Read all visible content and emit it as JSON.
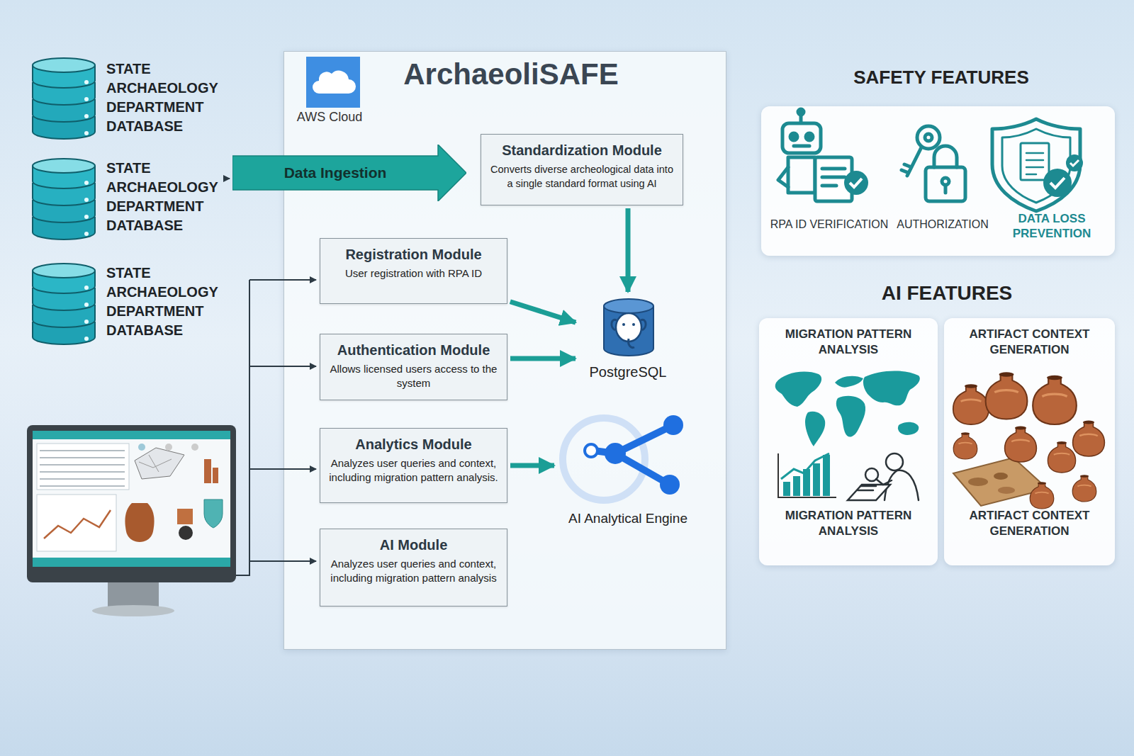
{
  "diagram": {
    "nodes": [
      {
        "text": [
          "STATE ARCHAEOLOGY DEPARTMENT DATABASE"
        ]
      },
      {
        "text": [
          "STATE ARCHAEOLOGY DEPARTMENT DATABASE"
        ]
      },
      {
        "text": [
          "STATE ARCHAEOLOGY DEPARTMENT DATABASE"
        ]
      },
      {
        "text": [
          "Data Ingestion"
        ]
      },
      {
        "text": [
          "ArchaeoliSAFE",
          "AWS Cloud"
        ]
      },
      {
        "text": [
          "Standardization Module",
          "Converts diverse archeological data into a single standard format using AI"
        ],
        "in": 4
      },
      {
        "text": [
          "Registration Module",
          "User registration with RPA ID"
        ],
        "in": 4
      },
      {
        "text": [
          "Authentication Module",
          "Allows licensed users access to the system"
        ],
        "in": 4
      },
      {
        "text": [
          "PostgreSQL"
        ],
        "in": 4
      },
      {
        "text": [
          "Analytics Module",
          "Analyzes user queries and context, including migration pattern analysis."
        ],
        "in": 4
      },
      {
        "text": [
          "AI Analytical Engine"
        ],
        "in": 4
      },
      {
        "text": [
          "AI Module",
          "Analyzes user queries and context, including migration pattern analysis"
        ],
        "in": 4
      },
      {
        "text": [
          "RPA ID VERIFICATION",
          "AUTHORIZATION",
          "DATA LOSS PREVENTION"
        ]
      },
      {
        "text": [
          "MIGRATION PATTERN ANALYSIS",
          "MIGRATION PATTERN ANALYSIS"
        ]
      },
      {
        "text": [
          "ARTIFACT CONTEXT GENERATION",
          "ARTIFACT CONTEXT GENERATION"
        ]
      }
    ],
    "edges": [
      {
        "from": 1,
        "to": 3,
        "arrow": "to"
      },
      {
        "from": 5,
        "to": 8,
        "arrow": "to"
      },
      {
        "from": 6,
        "to": 8,
        "arrow": "to"
      },
      {
        "from": 7,
        "to": 8,
        "arrow": "to"
      },
      {
        "from": 9,
        "to": 10,
        "arrow": "to"
      }
    ],
    "labels": [
      "SAFETY FEATURES",
      "AI FEATURES"
    ]
  }
}
